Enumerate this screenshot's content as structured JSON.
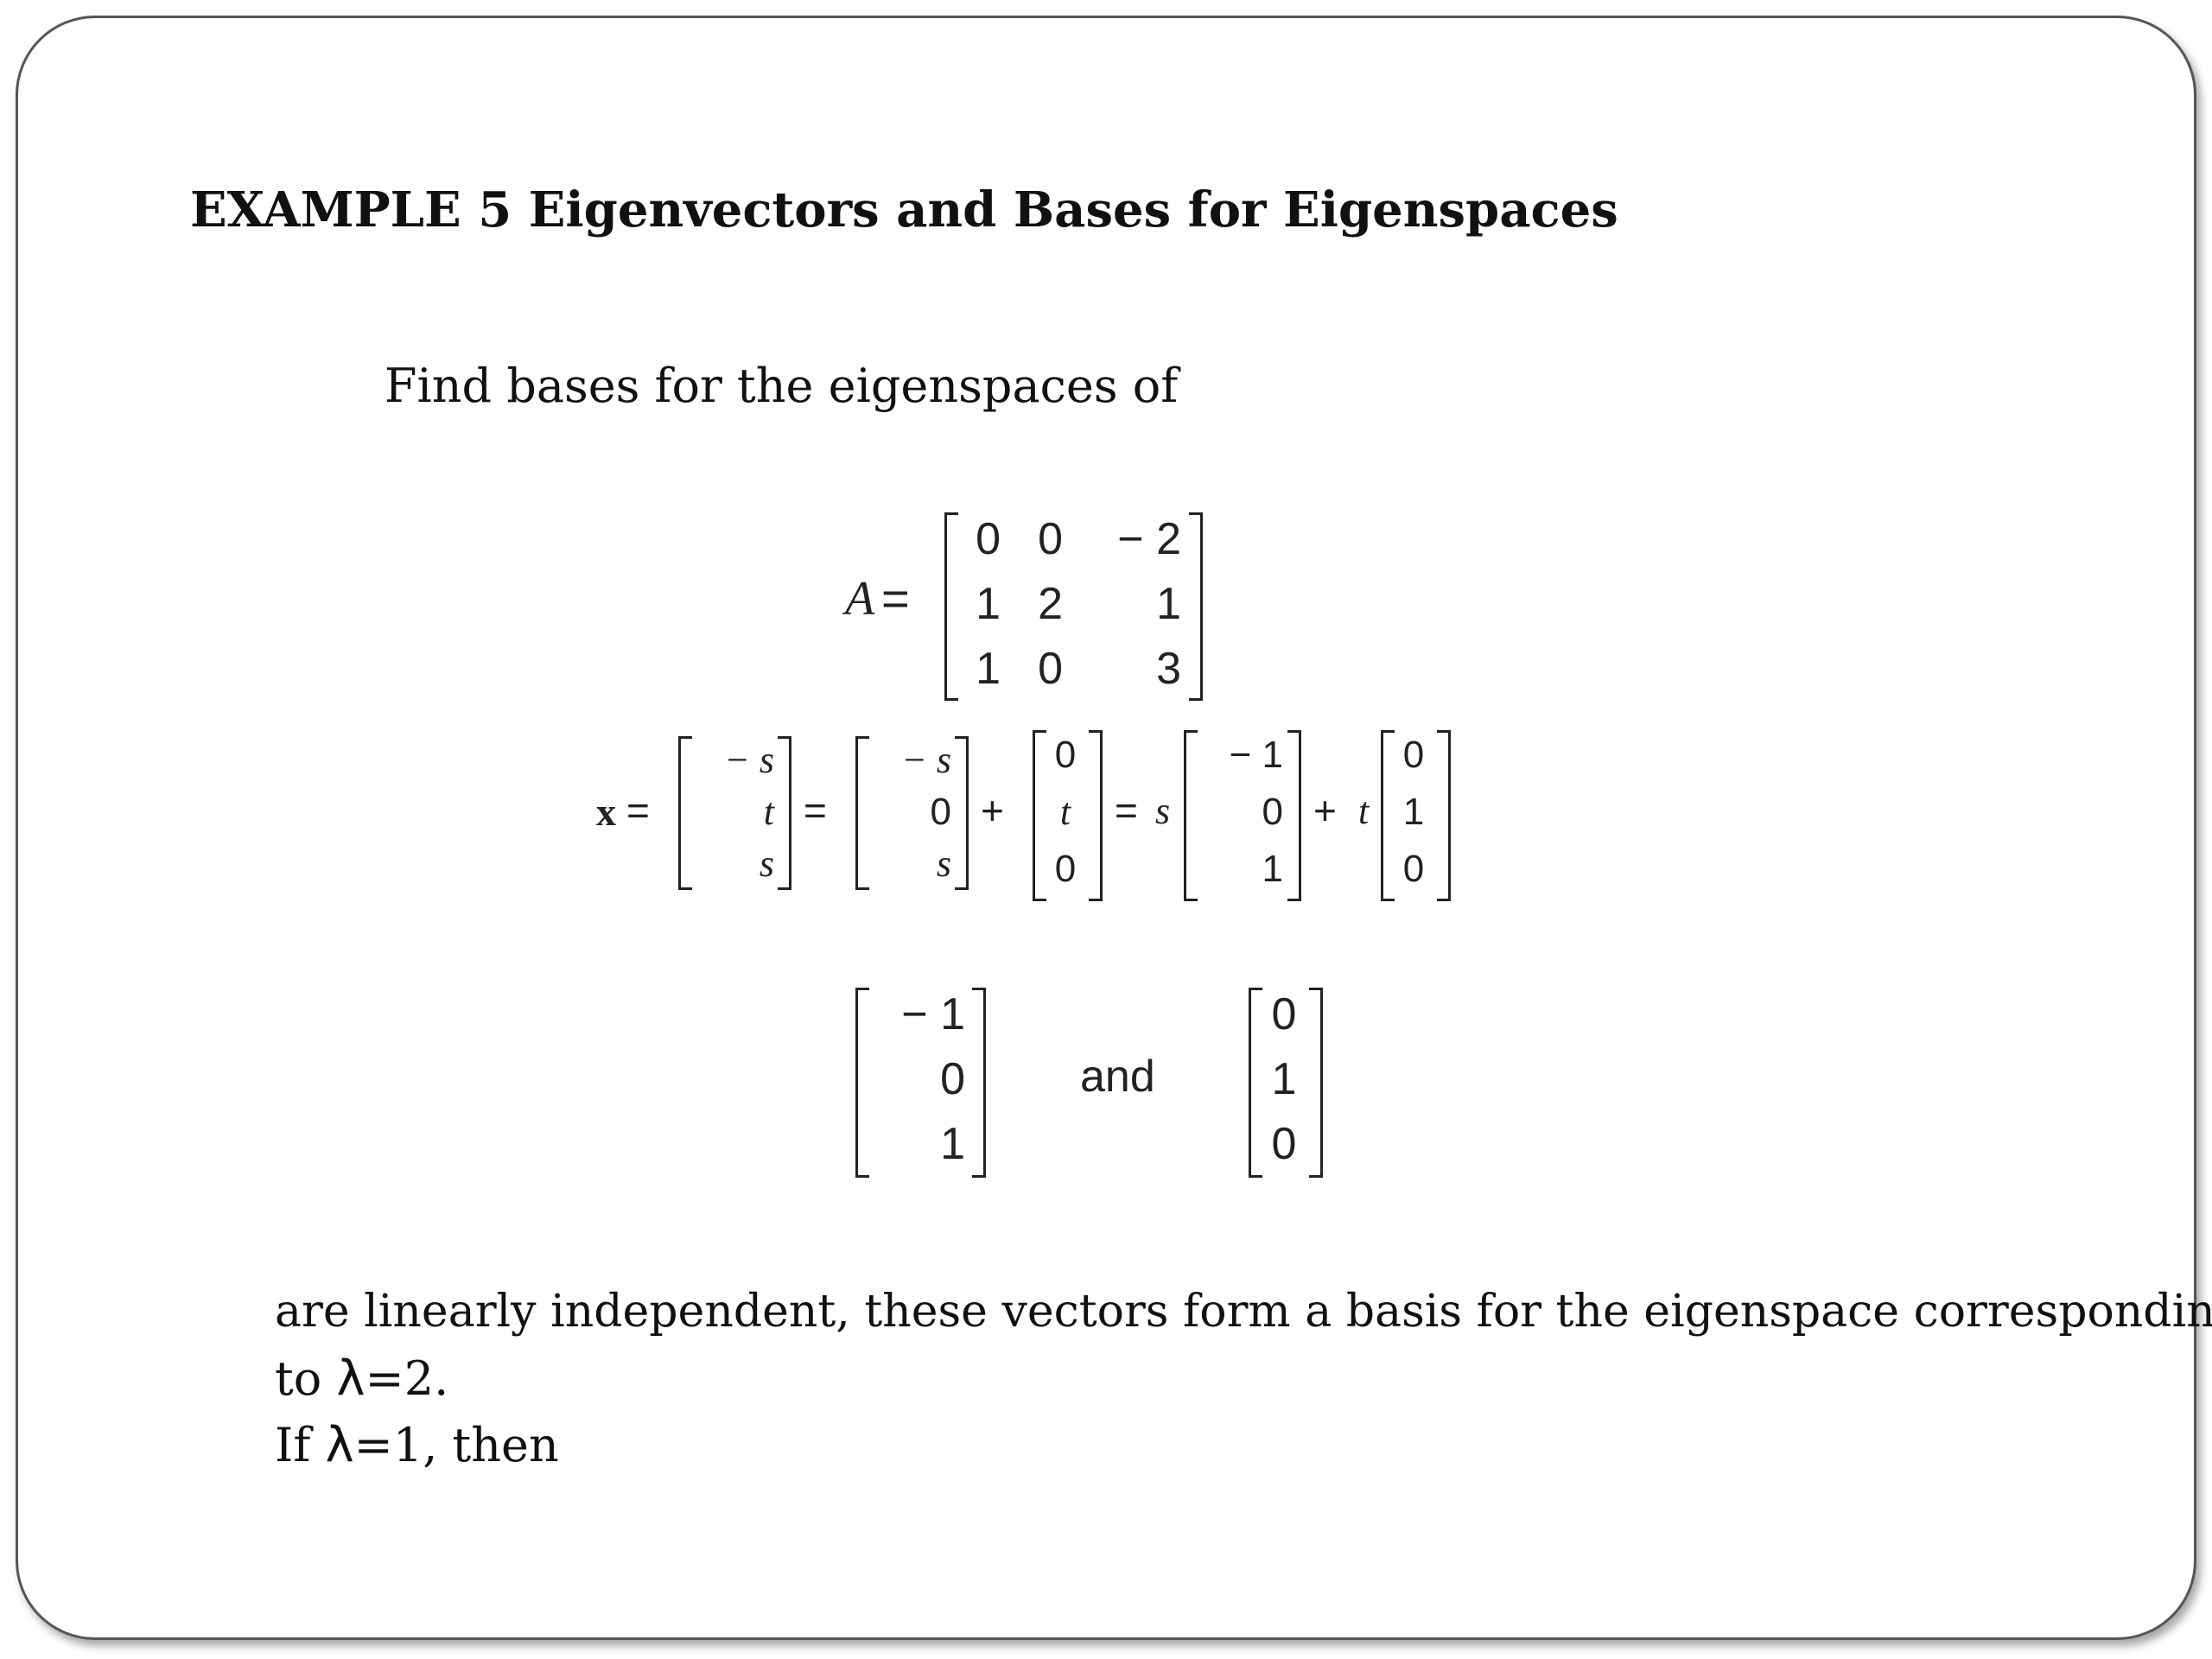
{
  "heading": "EXAMPLE 5 Eigenvectors and Bases for Eigenspaces",
  "intro": "Find bases for the eigenspaces of",
  "matrix_A": {
    "label": "A",
    "equals": "=",
    "rows": [
      [
        "0",
        "0",
        "− 2"
      ],
      [
        "1",
        "2",
        "1"
      ],
      [
        "1",
        "0",
        "3"
      ]
    ]
  },
  "x_equation": {
    "lhs": "x",
    "equals": "=",
    "plus": "+",
    "vec1": [
      "− s",
      "t",
      "s"
    ],
    "vec2": [
      "− s",
      "0",
      "s"
    ],
    "vec3": [
      "0",
      "t",
      "0"
    ],
    "coef_s": "s",
    "coef_t": "t",
    "vec4": [
      "− 1",
      "0",
      "1"
    ],
    "vec5": [
      "0",
      "1",
      "0"
    ]
  },
  "basis": {
    "vec_a": [
      "− 1",
      "0",
      "1"
    ],
    "connector": "and",
    "vec_b": [
      "0",
      "1",
      "0"
    ]
  },
  "conclusion": {
    "line1": "are linearly independent, these vectors form a basis for the eigenspace corresponding",
    "line2_prefix": "to ",
    "lambda": "λ",
    "line2_suffix": "=2.",
    "line3_prefix": "If ",
    "line3_suffix": "=1, then"
  }
}
